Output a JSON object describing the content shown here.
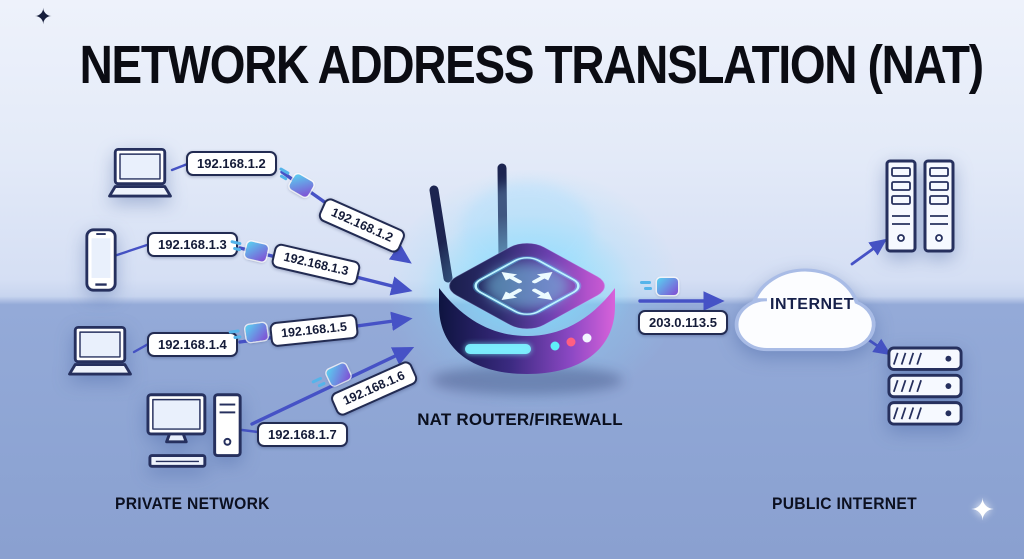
{
  "title": "NETWORK ADDRESS TRANSLATION (NAT)",
  "sections": {
    "private_label": "PRIVATE NETWORK",
    "public_label": "PUBLIC INTERNET",
    "router_label": "NAT ROUTER/FIREWALL",
    "cloud_label": "INTERNET"
  },
  "devices": [
    {
      "type": "laptop",
      "ip": "192.168.1.2"
    },
    {
      "type": "smartphone",
      "ip": "192.168.1.3"
    },
    {
      "type": "laptop",
      "ip": "192.168.1.4"
    },
    {
      "type": "desktop",
      "ip": "192.168.1.7"
    }
  ],
  "packet_labels": [
    "192.168.1.2",
    "192.168.1.3",
    "192.168.1.5",
    "192.168.1.6"
  ],
  "public_ip": "203.0.113.5",
  "icons": {
    "sparkle": "✦"
  },
  "colors": {
    "arrow": "#4652c6",
    "packet_gradient_start": "#5cc6ee",
    "packet_gradient_end": "#7e57d6",
    "background_top": "#eef2fb",
    "background_bottom": "#8aa0d0",
    "router_glow": "#87deff"
  }
}
